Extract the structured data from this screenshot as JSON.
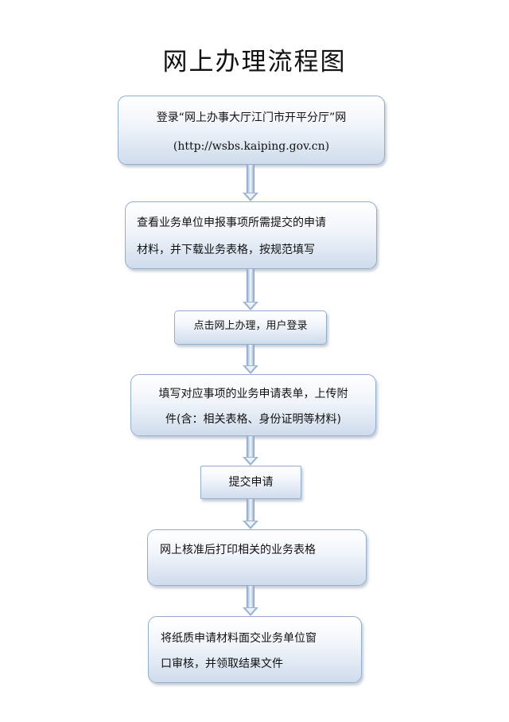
{
  "title": "网上办理流程图",
  "steps": [
    {
      "lines": [
        "登录“网上办事大厅江门市开平分厅”网",
        "(http://wsbs.kaiping.gov.cn)"
      ]
    },
    {
      "lines": [
        "查看业务单位申报事项所需提交的申请",
        "材料，并下载业务表格，按规范填写"
      ]
    },
    {
      "lines": [
        "点击网上办理，用户登录"
      ]
    },
    {
      "lines": [
        "填写对应事项的业务申请表单，上传附",
        "件(含：相关表格、身份证明等材料)"
      ]
    },
    {
      "lines": [
        "提交申请"
      ]
    },
    {
      "lines": [
        "网上核准后打印相关的业务表格"
      ]
    },
    {
      "lines": [
        "将纸质申请材料面交业务单位窗",
        "口审核，并领取结果文件"
      ]
    }
  ]
}
